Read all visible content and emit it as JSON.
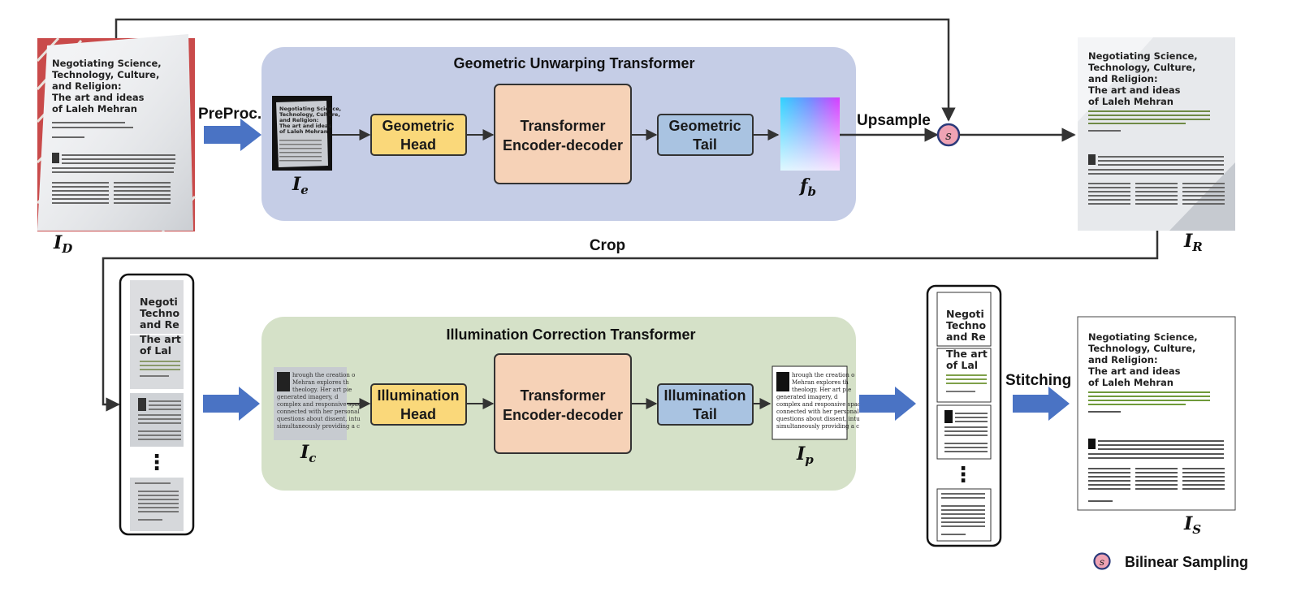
{
  "top_stage": {
    "title": "Geometric Unwarping Transformer",
    "head_label": [
      "Geometric",
      "Head"
    ],
    "core_label": [
      "Transformer",
      "Encoder-decoder"
    ],
    "tail_label": [
      "Geometric",
      "Tail"
    ]
  },
  "bottom_stage": {
    "title": "Illumination Correction Transformer",
    "head_label": [
      "Illumination",
      "Head"
    ],
    "core_label": [
      "Transformer",
      "Encoder-decoder"
    ],
    "tail_label": [
      "Illumination",
      "Tail"
    ]
  },
  "flow_labels": {
    "preproc": "PreProc.",
    "upsample": "Upsample",
    "crop": "Crop",
    "stitching": "Stitching"
  },
  "symbols": {
    "input": {
      "main": "I",
      "sub": "D"
    },
    "enc": {
      "main": "I",
      "sub": "e"
    },
    "flow": {
      "main": "f",
      "sub": "b"
    },
    "rectified": {
      "main": "I",
      "sub": "R"
    },
    "crop_patch": {
      "main": "I",
      "sub": "c"
    },
    "pred_patch": {
      "main": "I",
      "sub": "p"
    },
    "stitched": {
      "main": "I",
      "sub": "S"
    }
  },
  "sampling_glyph": "s",
  "legend": {
    "label": "Bilinear Sampling"
  },
  "ellipsis": "⋮",
  "document": {
    "title_lines": [
      "Negotiating Science,",
      "Technology, Culture,",
      "and Religion:",
      "The art and ideas",
      "of Laleh Mehran"
    ],
    "crop_title_lines": [
      "Negoti",
      "Techno",
      "and Re",
      "The art",
      "of Lal"
    ],
    "dropcap": "T",
    "patch_intro": [
      "hrough the creation o",
      "Mehran explores th",
      "theology. Her art pie",
      "generated imagery, d",
      "complex and responsive spac",
      "connected with her personal",
      "questions about dissent, intu",
      "simultaneously providing a c"
    ]
  },
  "colors": {
    "top_panel": "#c5cde6",
    "bottom_panel": "#d5e1c8",
    "head": "#fad87a",
    "core": "#f6d2b7",
    "tail": "#a9c3e1",
    "arrow": "#4a73c4",
    "sampling_circle": "#efa3b4"
  }
}
